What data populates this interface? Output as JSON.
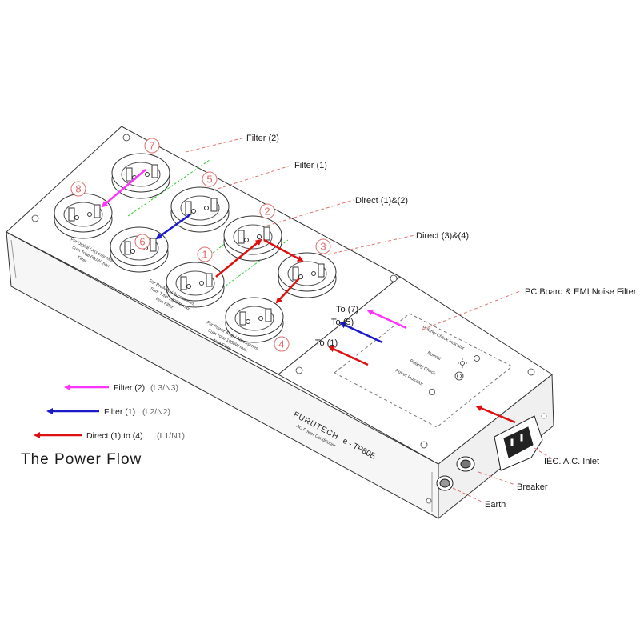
{
  "labels": {
    "filter2": "Filter (2)",
    "filter1": "Filter (1)",
    "direct12": "Direct (1)&(2)",
    "direct34": "Direct (3)&(4)",
    "pcboard": "PC Board & EMI Noise Filter",
    "to7": "To (7)",
    "to5": "To (5)",
    "to1": "To (1)",
    "inlet": "IEC. A.C. Inlet",
    "breaker": "Breaker",
    "earth": "Earth"
  },
  "outlets": [
    "1",
    "2",
    "3",
    "4",
    "5",
    "6",
    "7",
    "8"
  ],
  "panel_text": {
    "digital": "For Digital / Accessories",
    "digital_total": "Sum Total 600W max",
    "digital_filter": "Filter",
    "preamp": "For PreAmp / Accessories",
    "preamp_total": "Sum Total 1300W max",
    "preamp_filter": "Non Filter",
    "power": "For Power Amp / Accessories",
    "power_total": "Sum Total 1850W max",
    "power_filter": "Non Filter",
    "indicator1": "Polarity Check Indicator",
    "indicator2": "Normal",
    "indicator3": "Polarity Check",
    "indicator4": "Power Indicator",
    "brand": "FURUTECH",
    "model": "e - TP80E",
    "small": "AC Power Conditioner"
  },
  "legend": [
    {
      "label": "Filter (2)",
      "sub": "(L3/N3)",
      "color": "#ff33ff"
    },
    {
      "label": "Filter (1)",
      "sub": "(L2/N2)",
      "color": "#1a1acc"
    },
    {
      "label": "Direct (1) to (4)",
      "sub": "(L1/N1)",
      "color": "#dd1111"
    }
  ],
  "title": "The Power Flow",
  "colors": {
    "magenta": "#ff33ff",
    "blue": "#1a1acc",
    "red": "#dd1111",
    "guide": "#e07070",
    "green": "#33cc33"
  }
}
